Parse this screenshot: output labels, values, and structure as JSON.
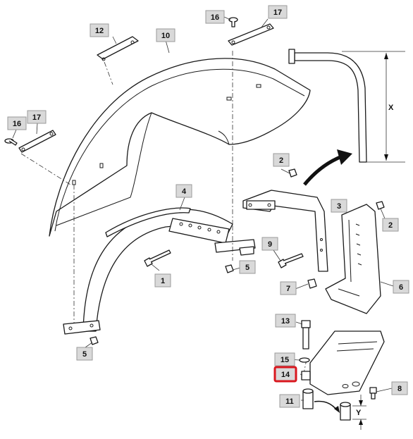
{
  "callouts": [
    {
      "label": "1"
    },
    {
      "label": "2"
    },
    {
      "label": "2"
    },
    {
      "label": "3"
    },
    {
      "label": "4"
    },
    {
      "label": "5"
    },
    {
      "label": "5"
    },
    {
      "label": "6"
    },
    {
      "label": "7"
    },
    {
      "label": "8"
    },
    {
      "label": "9"
    },
    {
      "label": "10"
    },
    {
      "label": "11"
    },
    {
      "label": "12"
    },
    {
      "label": "13"
    },
    {
      "label": "14"
    },
    {
      "label": "15"
    },
    {
      "label": "16"
    },
    {
      "label": "16"
    },
    {
      "label": "17"
    },
    {
      "label": "17"
    }
  ],
  "dimensions": {
    "x_label": "X",
    "y_label": "Y"
  },
  "highlighted_part": "14",
  "colors": {
    "highlight": "#d9181f",
    "callout_fill": "#d9d9d9"
  }
}
